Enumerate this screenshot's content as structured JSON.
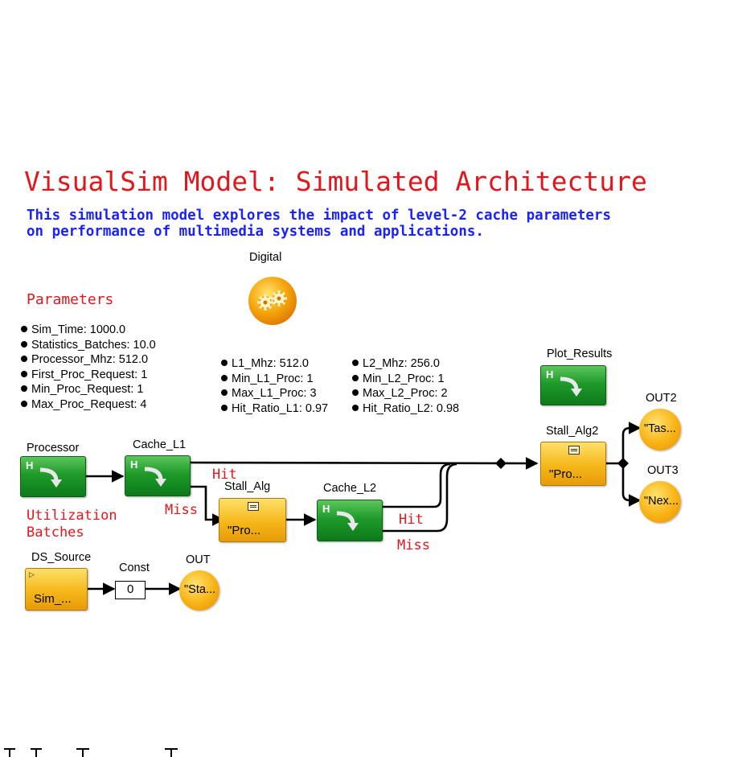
{
  "header": {
    "title": "VisualSim Model: Simulated Architecture",
    "description_line1": "This simulation model explores the impact of level-2 cache parameters",
    "description_line2": "on performance of multimedia systems and applications."
  },
  "digital": {
    "label": "Digital"
  },
  "parameters": {
    "heading": "Parameters",
    "col1": [
      "Sim_Time: 1000.0",
      "Statistics_Batches: 10.0",
      "Processor_Mhz: 512.0",
      "First_Proc_Request: 1",
      "Min_Proc_Request: 1",
      "Max_Proc_Request: 4"
    ],
    "col2": [
      "L1_Mhz: 512.0",
      "Min_L1_Proc: 1",
      "Max_L1_Proc: 3",
      "Hit_Ratio_L1: 0.97"
    ],
    "col3": [
      "L2_Mhz: 256.0",
      "Min_L2_Proc: 1",
      "Max_L2_Proc: 2",
      "Hit_Ratio_L2: 0.98"
    ]
  },
  "blocks": {
    "plot_results": "Plot_Results",
    "processor": "Processor",
    "cache_l1": "Cache_L1",
    "cache_l2": "Cache_L2",
    "stall_alg": {
      "label": "Stall_Alg",
      "inner": "\"Pro..."
    },
    "stall_alg2": {
      "label": "Stall_Alg2",
      "inner": "\"Pro..."
    },
    "ds_source": {
      "label": "DS_Source",
      "inner": "Sim_..."
    },
    "const": {
      "label": "Const",
      "value": "0"
    },
    "out": {
      "label": "OUT",
      "inner": "\"Sta..."
    },
    "out2": {
      "label": "OUT2",
      "inner": "\"Tas..."
    },
    "out3": {
      "label": "OUT3",
      "inner": "\"Nex..."
    }
  },
  "wire_labels": {
    "hit1": "Hit",
    "miss1": "Miss",
    "hit2": "Hit",
    "miss2": "Miss",
    "utilization_line1": "Utilization",
    "utilization_line2": "Batches"
  },
  "colors": {
    "title_red": "#e3161b",
    "desc_blue": "#1a22ff",
    "block_green": "#1f9a2a",
    "block_yellow": "#f6b71a",
    "circle_orange": "#f8b214"
  }
}
